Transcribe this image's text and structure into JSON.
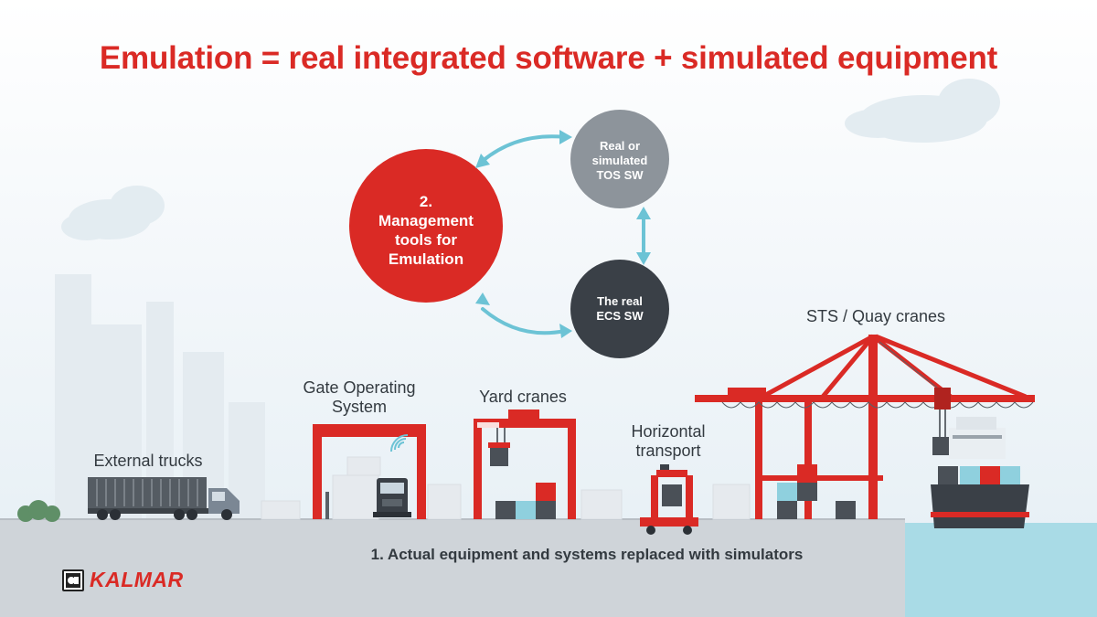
{
  "title": "Emulation = real integrated software + simulated equipment",
  "nodes": {
    "management": "2.\nManagement\ntools for\nEmulation",
    "tos": "Real or\nsimulated\nTOS SW",
    "ecs": "The real\nECS SW"
  },
  "labels": {
    "sts": "STS / Quay cranes",
    "gate": "Gate Operating\nSystem",
    "yard": "Yard cranes",
    "horizontal": "Horizontal\ntransport",
    "trucks": "External trucks"
  },
  "caption": "1. Actual equipment and systems replaced with simulators",
  "logo": {
    "wordmark": "KALMAR"
  },
  "colors": {
    "brand_red": "#da2a25",
    "tos_gray": "#8d949b",
    "ecs_dark": "#3a4047",
    "arrow_blue": "#6cc3d5",
    "ground": "#cfd4d9",
    "water": "#a9dbe6"
  }
}
